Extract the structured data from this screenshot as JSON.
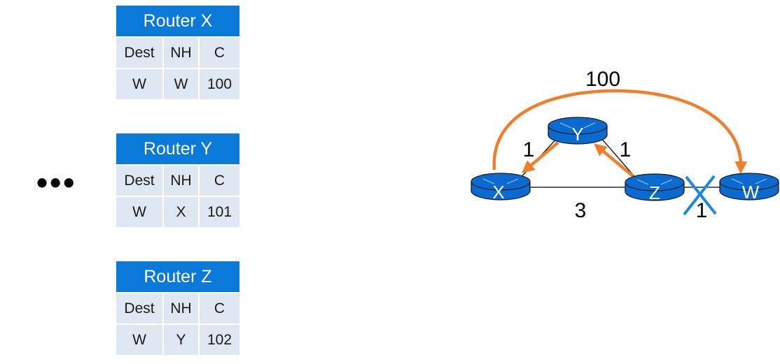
{
  "tables": [
    {
      "title": "Router X",
      "headers": [
        "Dest",
        "NH",
        "C"
      ],
      "row": [
        "W",
        "W",
        "100"
      ]
    },
    {
      "title": "Router Y",
      "headers": [
        "Dest",
        "NH",
        "C"
      ],
      "row": [
        "W",
        "X",
        "101"
      ]
    },
    {
      "title": "Router Z",
      "headers": [
        "Dest",
        "NH",
        "C"
      ],
      "row": [
        "W",
        "Y",
        "102"
      ]
    }
  ],
  "ellipsis": "•••",
  "network": {
    "nodes": {
      "x": "X",
      "y": "Y",
      "z": "Z",
      "w": "W"
    },
    "costs": {
      "xw": "100",
      "yx": "1",
      "zy": "1",
      "xz": "3",
      "zw": "1"
    }
  },
  "colors": {
    "router": "#0b6ad0",
    "arrow": "#ee7f2d",
    "cross": "#1b86e3",
    "table_header": "#0b79d8",
    "table_cell": "#dfe7f3"
  }
}
